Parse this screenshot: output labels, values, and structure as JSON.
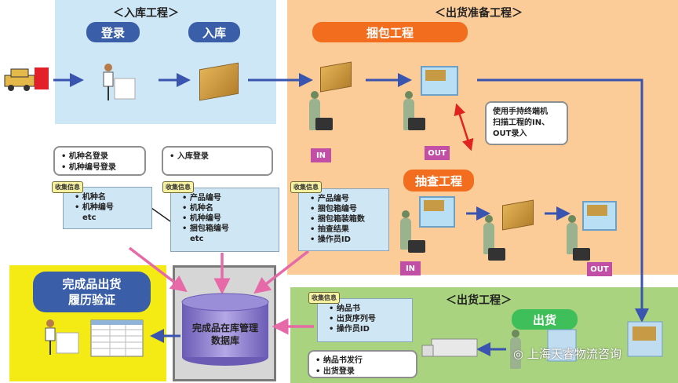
{
  "panels": {
    "inbound": {
      "title": "＜入库工程＞",
      "steps": [
        "登录",
        "入库"
      ]
    },
    "prep": {
      "title": "＜出货准备工程＞",
      "packing": "捆包工程",
      "inspection": "抽查工程",
      "note_lines": [
        "使用手持终端机",
        "扫描工程的IN、",
        "OUT录入"
      ],
      "badges": {
        "in1": "IN",
        "out1": "OUT",
        "in2": "IN",
        "out2": "OUT"
      }
    },
    "shipping": {
      "title": "＜出货工程＞",
      "step": "出货"
    },
    "verify": {
      "title_lines": [
        "完成品出货",
        "履历验证"
      ]
    },
    "database": {
      "label_lines": [
        "完成品在库管理",
        "数据库"
      ]
    }
  },
  "notes": {
    "register": [
      "机种名登录",
      "机种编号登录"
    ],
    "stock_in": [
      "入库登录"
    ],
    "shipping": [
      "纳品书发行",
      "出货登录"
    ]
  },
  "info_tag": "收集信息",
  "info": {
    "register": {
      "items": [
        "机种名",
        "机种编号"
      ],
      "extra": "etc"
    },
    "stock_in": {
      "items": [
        "产品编号",
        "机种名",
        "机种编号",
        "捆包箱编号"
      ],
      "extra": "etc"
    },
    "inspection": {
      "items": [
        "产品编号",
        "捆包箱编号",
        "捆包箱装箱数",
        "抽查结果",
        "操作员ID"
      ]
    },
    "shipping": {
      "items": [
        "纳品书",
        "出货序列号",
        "操作员ID"
      ]
    }
  },
  "watermark": "上海天睿物流咨询",
  "colors": {
    "inbound_bg": "#cde7f6",
    "prep_bg": "#fbcb98",
    "shipping_bg": "#a9d37e",
    "verify_bg": "#f4ea14",
    "flow_arrow": "#3a55b0",
    "data_arrow": "#e66aa8",
    "scan_arrow": "#e0231c"
  }
}
